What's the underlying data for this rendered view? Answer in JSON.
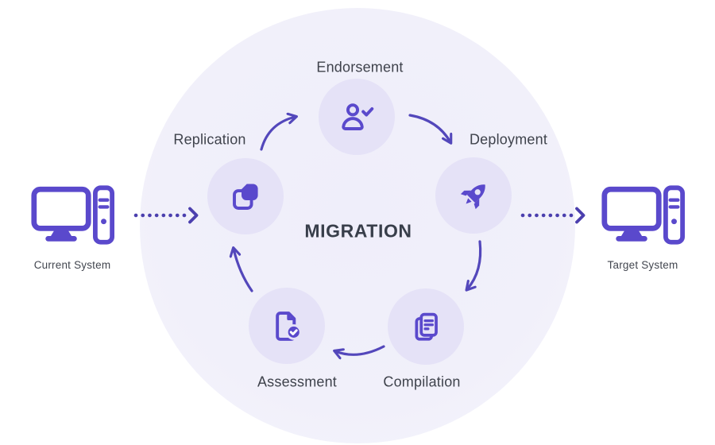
{
  "diagram": {
    "title": "MIGRATION",
    "type": "cycle",
    "direction": "clockwise"
  },
  "steps": [
    {
      "label": "Endorsement",
      "icon": "user-check-icon"
    },
    {
      "label": "Deployment",
      "icon": "rocket-icon"
    },
    {
      "label": "Compilation",
      "icon": "documents-lines-icon"
    },
    {
      "label": "Assessment",
      "icon": "file-check-icon"
    },
    {
      "label": "Replication",
      "icon": "copy-icon"
    }
  ],
  "systems": {
    "source_label": "Current System",
    "target_label": "Target System",
    "icon": "desktop-computer-icon"
  },
  "connectors": [
    {
      "from": "Replication",
      "to": "Endorsement",
      "style": "curved-arrow"
    },
    {
      "from": "Endorsement",
      "to": "Deployment",
      "style": "curved-arrow"
    },
    {
      "from": "Deployment",
      "to": "Compilation",
      "style": "curved-arrow"
    },
    {
      "from": "Compilation",
      "to": "Assessment",
      "style": "curved-arrow"
    },
    {
      "from": "Assessment",
      "to": "Replication",
      "style": "curved-arrow"
    },
    {
      "from": "Current System",
      "to": "cycle",
      "style": "dotted-arrow"
    },
    {
      "from": "cycle",
      "to": "Target System",
      "style": "dotted-arrow"
    }
  ],
  "colors": {
    "accent": "#5a49cc",
    "arrow": "#5347bb",
    "step_circle_bg": "#e5e2f7",
    "cycle_bg": "#f1f0fa",
    "label_text": "#3f434c",
    "title_text": "#383e4a",
    "page_bg": "#ffffff"
  }
}
